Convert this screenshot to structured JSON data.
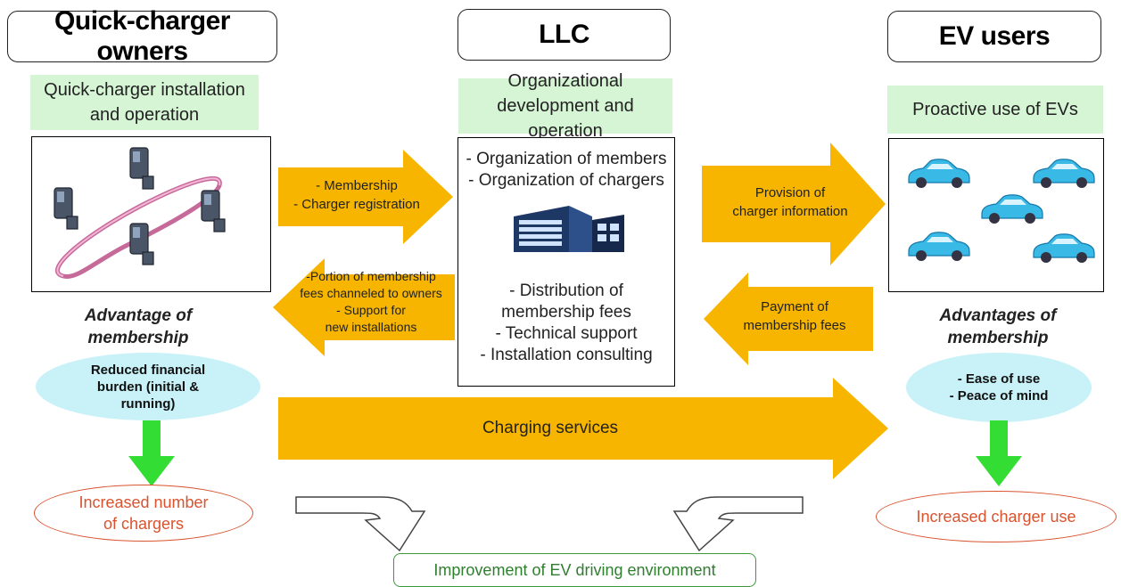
{
  "columns": {
    "owners": {
      "title": "Quick-charger owners",
      "role": "Quick-charger installation and operation",
      "advantage_title": "Advantage of membership",
      "benefit": "Reduced financial burden (initial & running)",
      "result": "Increased number of chargers"
    },
    "llc": {
      "title": "LLC",
      "role": "Organizational development and operation",
      "items_top": [
        "- Organization of members",
        "- Organization of chargers"
      ],
      "items_bottom": [
        "- Distribution of membership fees",
        "- Technical support",
        "- Installation consulting"
      ]
    },
    "users": {
      "title": "EV users",
      "role": "Proactive use of EVs",
      "advantage_title": "Advantages of membership",
      "benefits": [
        "- Ease of use",
        "- Peace of mind"
      ],
      "result": "Increased charger use"
    }
  },
  "flows": {
    "owners_to_llc": [
      "- Membership",
      "- Charger registration"
    ],
    "llc_to_owners": [
      "-Portion of membership",
      "fees channeled to owners",
      "- Support for",
      "new installations"
    ],
    "llc_to_users": [
      "Provision of",
      "charger information"
    ],
    "users_to_llc": [
      "Payment of",
      "membership fees"
    ],
    "charging": "Charging services"
  },
  "outcome": "Improvement of EV driving environment",
  "colors": {
    "arrow": "#f7b500",
    "role_bg": "#d5f5d5",
    "benefit_bg": "#c8f2f8",
    "result_border": "#d9532f",
    "down_arrow": "#33dd33",
    "outcome_border": "#3c9a3c"
  }
}
